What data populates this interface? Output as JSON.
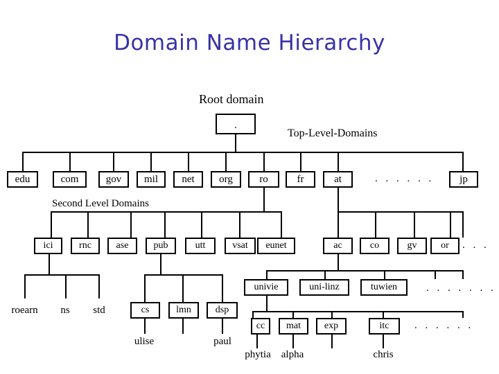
{
  "title": "Domain Name Hierarchy",
  "colors": {
    "title": "#3832a8",
    "line": "#000000",
    "background": "#ffffff"
  },
  "labels": {
    "root_domain": "Root domain",
    "top_level_domains": "Top-Level-Domains",
    "second_level_domains": "Second Level Domains"
  },
  "root": {
    "label": "."
  },
  "tlds": [
    {
      "label": "edu"
    },
    {
      "label": "com"
    },
    {
      "label": "gov"
    },
    {
      "label": "mil"
    },
    {
      "label": "net"
    },
    {
      "label": "org"
    },
    {
      "label": "ro"
    },
    {
      "label": "fr"
    },
    {
      "label": "at"
    },
    {
      "label": "jp"
    }
  ],
  "tld_ellipsis": ". . . . . .",
  "second_level_ro": [
    {
      "label": "ici"
    },
    {
      "label": "rnc"
    },
    {
      "label": "ase"
    },
    {
      "label": "pub"
    },
    {
      "label": "utt"
    },
    {
      "label": "vsat"
    },
    {
      "label": "eunet"
    }
  ],
  "second_level_at": [
    {
      "label": "ac"
    },
    {
      "label": "co"
    },
    {
      "label": "gv"
    },
    {
      "label": "or"
    }
  ],
  "second_level_at_ellipsis": ". . .",
  "third_level_ici": [
    {
      "label": "roearn"
    },
    {
      "label": "ns"
    },
    {
      "label": "std"
    }
  ],
  "third_level_pub": [
    {
      "label": "cs"
    },
    {
      "label": "lmn"
    },
    {
      "label": "dsp"
    }
  ],
  "third_level_ac": [
    {
      "label": "univie"
    },
    {
      "label": "uni-linz"
    },
    {
      "label": "tuwien"
    }
  ],
  "third_level_ac_ellipsis": ". . . . . . .",
  "fourth_level_univie": [
    {
      "label": "cc"
    },
    {
      "label": "mat"
    },
    {
      "label": "exp"
    },
    {
      "label": "itc"
    }
  ],
  "fourth_level_univie_ellipsis": ". . . . . .",
  "hosts": [
    {
      "label": "ulise"
    },
    {
      "label": "paul"
    },
    {
      "label": "phytia"
    },
    {
      "label": "alpha"
    },
    {
      "label": "chris"
    }
  ]
}
